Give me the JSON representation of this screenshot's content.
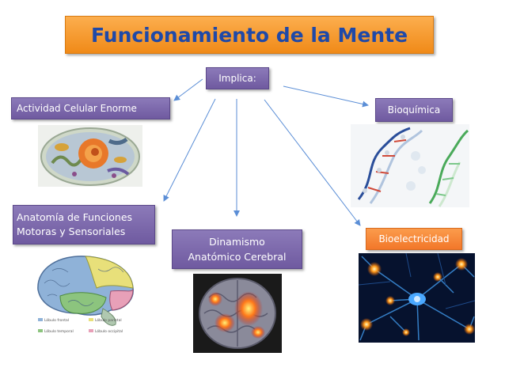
{
  "title": "Funcionamiento de la Mente",
  "center": "Implica:",
  "nodes": {
    "actividad": "Actividad Celular Enorme",
    "bioquimica": "Bioquímica",
    "anatomia": "Anatomía de Funciones\nMotoras y Sensoriales",
    "dinamismo": "Dinamismo\nAnatómico Cerebral",
    "bioelectricidad": "Bioelectricidad"
  },
  "brain_legend": [
    "Lóbulo frontal",
    "Lóbulo parietal",
    "Lóbulo temporal",
    "Lóbulo occipital"
  ],
  "colors": {
    "title_bg": "#f7941d",
    "title_text": "#1f49a8",
    "purple_box": "#7e69ad",
    "orange_box": "#f58634",
    "arrow": "#5b8ed6"
  }
}
